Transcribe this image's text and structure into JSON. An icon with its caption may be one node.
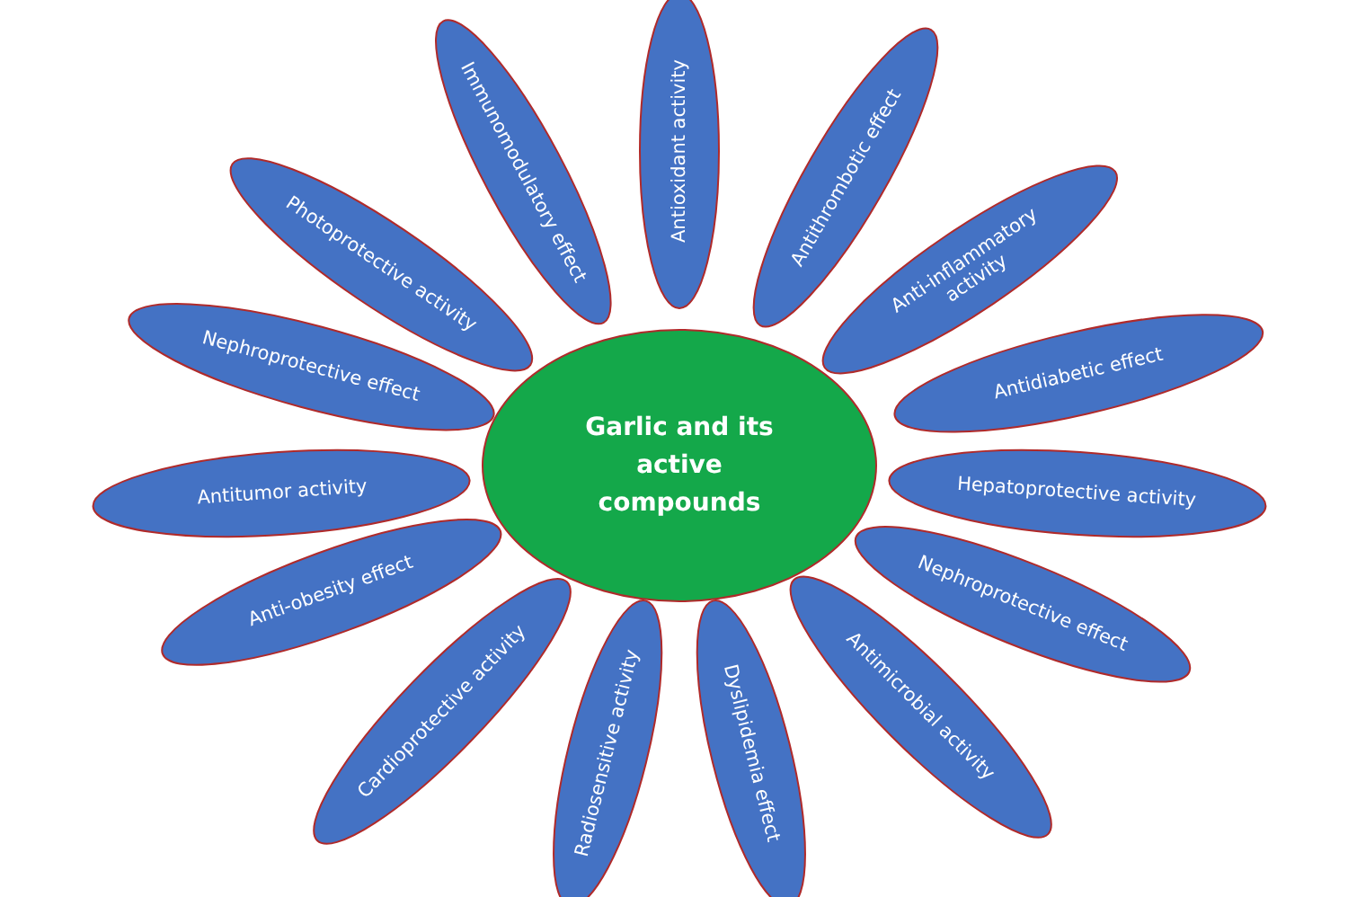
{
  "diagram": {
    "nodes": [
      {
        "text": [
          "Garlic and its active compounds"
        ]
      },
      {
        "text": [
          "Antioxidant activity"
        ]
      },
      {
        "text": [
          "Antithrombotic effect"
        ]
      },
      {
        "text": [
          "Anti-inflammatory activity"
        ]
      },
      {
        "text": [
          "Antidiabetic effect"
        ]
      },
      {
        "text": [
          "Hepatoprotective activity"
        ]
      },
      {
        "text": [
          "Nephroprotective effect"
        ]
      },
      {
        "text": [
          "Antimicrobial activity"
        ]
      },
      {
        "text": [
          "Dyslipidemia effect"
        ]
      },
      {
        "text": [
          "Radiosensitive activity"
        ]
      },
      {
        "text": [
          "Cardioprotective activity"
        ]
      },
      {
        "text": [
          "Anti-obesity effect"
        ]
      },
      {
        "text": [
          "Antitumor activity"
        ]
      },
      {
        "text": [
          "Nephroprotective effect"
        ]
      },
      {
        "text": [
          "Photoprotective activity"
        ]
      },
      {
        "text": [
          "Immunomodulatory effect"
        ]
      }
    ]
  }
}
